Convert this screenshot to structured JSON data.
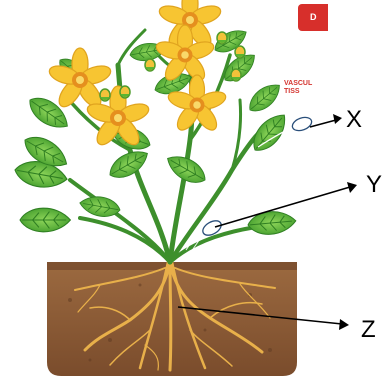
{
  "labels": {
    "x": "X",
    "y": "Y",
    "z": "Z"
  },
  "cropped_text": {
    "badge_letter": "D",
    "vascular_line1": "VASCUL",
    "vascular_line2": "TISS"
  },
  "colors": {
    "soil": "#8b5a35",
    "soil_dark": "#6b4126",
    "root": "#e8b04a",
    "leaf": "#5cb531",
    "leaf_dark": "#2f7f22",
    "stem": "#3d8f2c",
    "flower": "#f7c532",
    "flower_center": "#e58f1e",
    "vascular_highlight": "#ffffff"
  }
}
